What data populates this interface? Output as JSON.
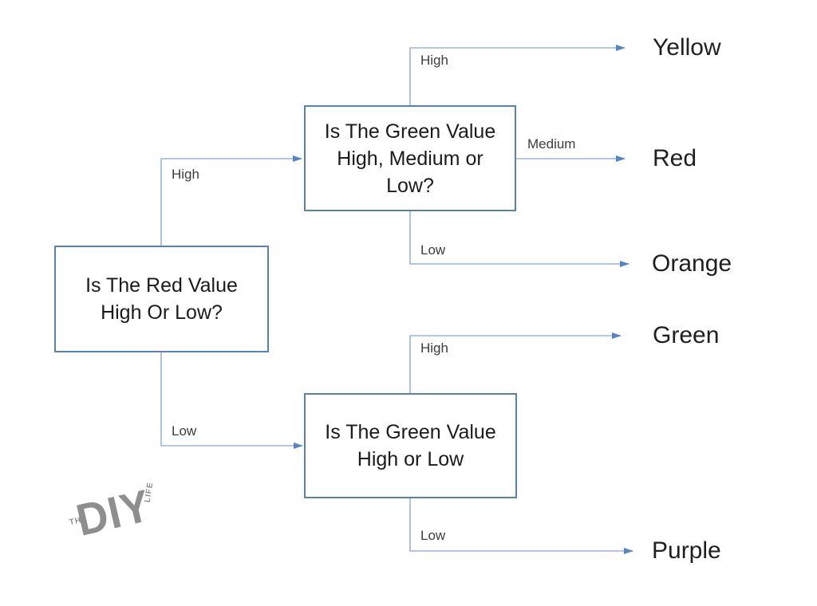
{
  "colors": {
    "background": "#ffffff",
    "connector": "#98b6de",
    "arrowhead": "#5585c2",
    "box-border": "#5b82a6",
    "box-fill": "#ffffff",
    "question-text": "#1b1b1b",
    "branch-label-text": "#3c3c3c",
    "outcome-text": "#1f1f1f",
    "logo-gray": "#8e8e8e"
  },
  "decision_tree": {
    "question": "Is The Red Value\nHigh Or Low?",
    "branches": [
      {
        "label": "High",
        "question": "Is The Green Value\nHigh, Medium or\nLow?",
        "branches": [
          {
            "label": "High",
            "result": "Yellow"
          },
          {
            "label": "Medium",
            "result": "Red"
          },
          {
            "label": "Low",
            "result": "Orange"
          }
        ]
      },
      {
        "label": "Low",
        "question": "Is The Green Value\nHigh or Low",
        "branches": [
          {
            "label": "High",
            "result": "Green"
          },
          {
            "label": "Low",
            "result": "Purple"
          }
        ]
      }
    ]
  },
  "logo": {
    "the": "THE",
    "diy": "DIY",
    "life": "LIFE"
  }
}
